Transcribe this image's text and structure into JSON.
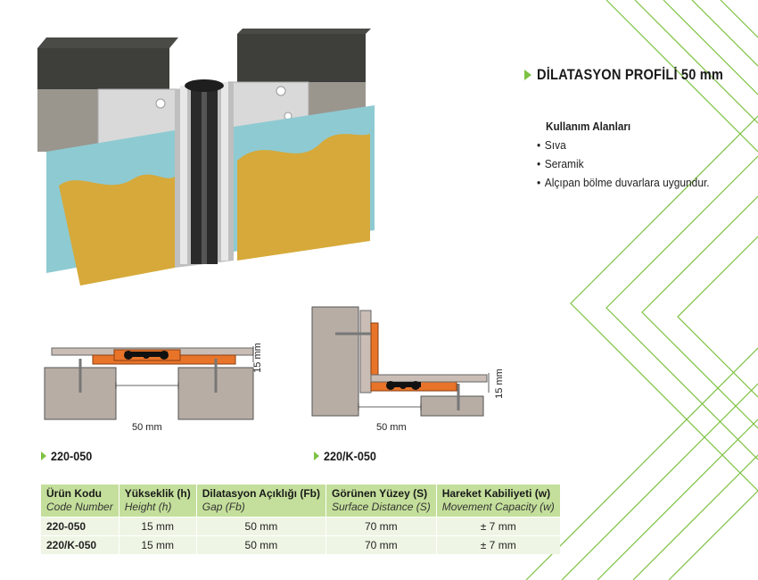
{
  "title": "DİLATASYON PROFİLİ 50 mm",
  "usage": {
    "heading": "Kullanım Alanları",
    "items": [
      "Sıva",
      "Seramik",
      "Alçıpan bölme duvarlara uygundur."
    ]
  },
  "diagrams": {
    "floor": {
      "code": "220-050",
      "height_dim": "15 mm",
      "gap_dim": "50 mm"
    },
    "corner": {
      "code": "220/K-050",
      "height_dim": "15 mm",
      "gap_dim": "50 mm"
    }
  },
  "table": {
    "headers": [
      {
        "tr": "Ürün Kodu",
        "en": "Code Number"
      },
      {
        "tr": "Yükseklik (h)",
        "en": "Height (h)"
      },
      {
        "tr": "Dilatasyon Açıklığı (Fb)",
        "en": "Gap (Fb)"
      },
      {
        "tr": "Görünen Yüzey (S)",
        "en": "Surface Distance (S)"
      },
      {
        "tr": "Hareket Kabiliyeti (w)",
        "en": "Movement Capacity (w)"
      }
    ],
    "rows": [
      [
        "220-050",
        "15 mm",
        "50 mm",
        "70 mm",
        "± 7 mm"
      ],
      [
        "220/K-050",
        "15 mm",
        "50 mm",
        "70 mm",
        "± 7 mm"
      ]
    ]
  },
  "colors": {
    "accent_green": "#7dc242",
    "table_header": "#c4df9b",
    "table_row": "#eef5e4",
    "profile_orange": "#e8742a",
    "render_plaster_blue": "#8ecad2",
    "render_ochre": "#d6a93a",
    "concrete_dark": "#3e3e3b"
  },
  "icons": [
    "green-triangle-bullet-icon"
  ]
}
